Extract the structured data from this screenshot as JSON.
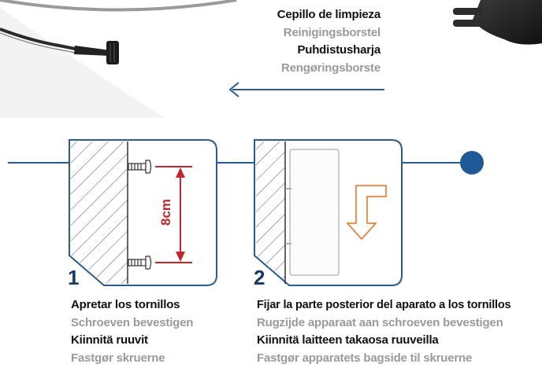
{
  "colors": {
    "frame": "#2a5c8f",
    "accent_dot": "#1f5a96",
    "dimension": "#c0272d",
    "arrow": "#ef6b1f",
    "primary_text": "#111111",
    "secondary_text": "#9a9a9a"
  },
  "brush_labels": [
    {
      "text": "Cepillo de limpieza",
      "style": "strong"
    },
    {
      "text": "Reinigingsborstel",
      "style": "light"
    },
    {
      "text": "Puhdistusharja",
      "style": "strong"
    },
    {
      "text": "Rengøringsborste",
      "style": "light"
    }
  ],
  "step1": {
    "number": "1",
    "dimension": "8cm",
    "captions": [
      {
        "text": "Apretar los tornillos",
        "style": "strong"
      },
      {
        "text": "Schroeven bevestigen",
        "style": "light"
      },
      {
        "text": "Kiinnitä ruuvit",
        "style": "strong"
      },
      {
        "text": "Fastgør skruerne",
        "style": "light"
      }
    ]
  },
  "step2": {
    "number": "2",
    "captions": [
      {
        "text": "Fijar la parte posterior del aparato a los tornillos",
        "style": "strong"
      },
      {
        "text": "Rugzijde apparaat aan schroeven bevestigen",
        "style": "light"
      },
      {
        "text": "Kiinnitä laitteen takaosa ruuveilla",
        "style": "strong"
      },
      {
        "text": "Fastgør apparatets bagside til skruerne",
        "style": "light"
      }
    ]
  }
}
